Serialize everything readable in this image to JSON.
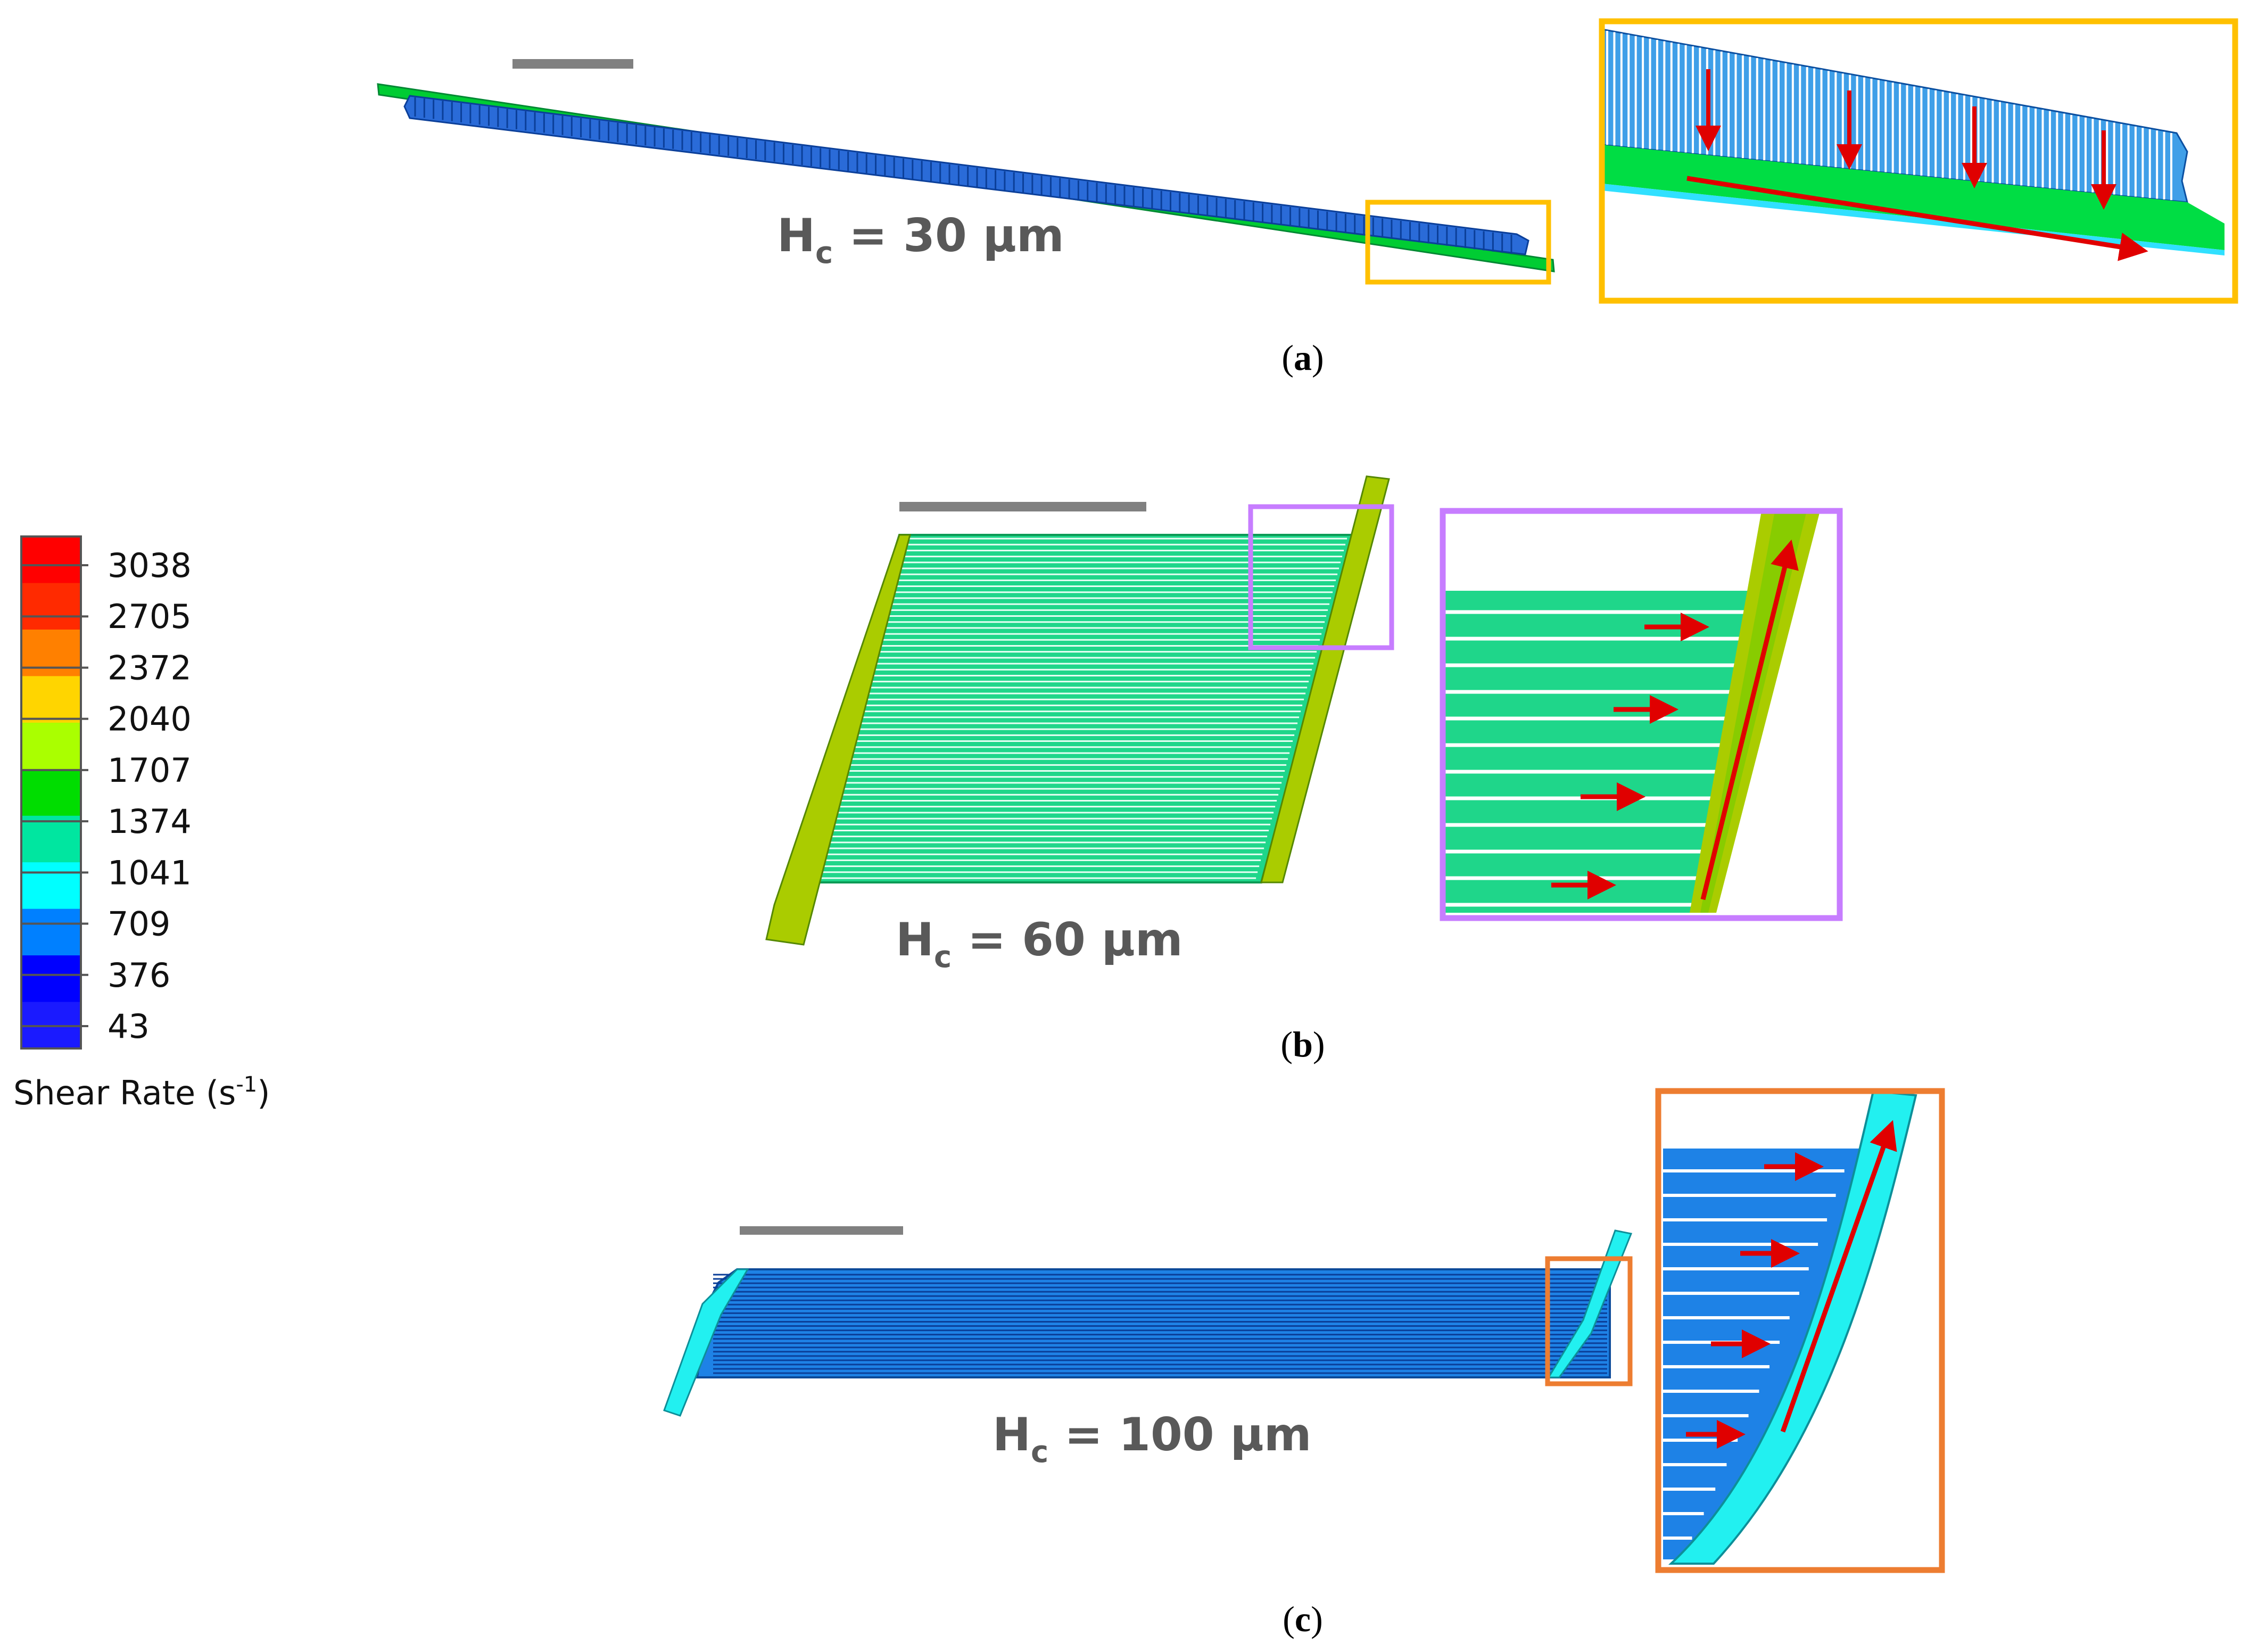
{
  "colorbar": {
    "title": "Shear Rate (s",
    "title_sup": "-1",
    "title_end": ")",
    "ticks": [
      "3038",
      "2705",
      "2372",
      "2040",
      "1707",
      "1374",
      "1041",
      "709",
      "376",
      "43"
    ],
    "colors": [
      "#ff0000",
      "#ff2a00",
      "#ff8000",
      "#ffd500",
      "#aaff00",
      "#00dd00",
      "#00e6a0",
      "#00ffff",
      "#0080ff",
      "#0000ff",
      "#1a1aff"
    ]
  },
  "panels": {
    "a": {
      "label_main": "H",
      "label_sub": "c",
      "label_rest": " = 30 µm",
      "caption_letter": "a",
      "zoom_border": "#ffc000"
    },
    "b": {
      "label_main": "H",
      "label_sub": "c",
      "label_rest": " = 60 µm",
      "caption_letter": "b",
      "zoom_border": "#c77dff"
    },
    "c": {
      "label_main": "H",
      "label_sub": "c",
      "label_rest": " = 100 µm",
      "caption_letter": "c",
      "zoom_border": "#ed7d31"
    }
  },
  "colors": {
    "scale_bar": "#808080",
    "arrow": "#e00000",
    "panel_a_channels": "#2a6bd8",
    "panel_a_wall": "#00cc33",
    "panel_b_channels": "#1fd68a",
    "panel_b_wall": "#aacc00",
    "panel_c_channels": "#1e82e6",
    "panel_c_wall": "#22f0f0"
  }
}
